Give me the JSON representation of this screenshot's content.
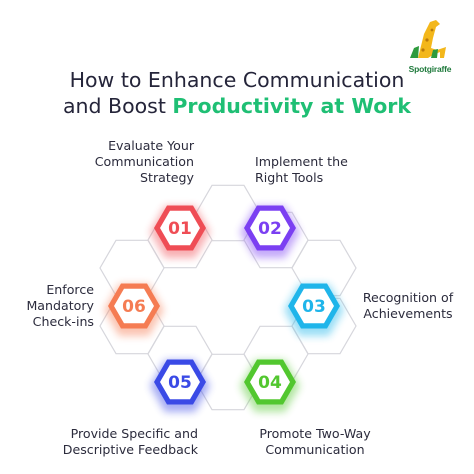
{
  "title": {
    "line1": "How to Enhance Communication",
    "line2_prefix": "and Boost ",
    "line2_highlight": "Productivity at Work"
  },
  "logo": {
    "text": "Spotgiraffe",
    "icon": "giraffe-icon"
  },
  "steps": [
    {
      "number": "01",
      "lines": [
        "Evaluate Your",
        "Communication",
        "Strategy"
      ],
      "color": "#ef4d55"
    },
    {
      "number": "02",
      "lines": [
        "Implement the",
        "Right Tools"
      ],
      "color": "#7b3ff2"
    },
    {
      "number": "03",
      "lines": [
        "Recognition of",
        "Achievements"
      ],
      "color": "#1fb5ea"
    },
    {
      "number": "04",
      "lines": [
        "Promote Two-Way",
        "Communication"
      ],
      "color": "#52c72f"
    },
    {
      "number": "05",
      "lines": [
        "Provide Specific and",
        "Descriptive Feedback"
      ],
      "color": "#3a4ae6"
    },
    {
      "number": "06",
      "lines": [
        "Enforce",
        "Mandatory",
        "Check-ins"
      ],
      "color": "#f57c53"
    }
  ],
  "colors": {
    "highlight": "#1fbf74",
    "outline": "#d6d6dc",
    "text": "#25253a"
  }
}
